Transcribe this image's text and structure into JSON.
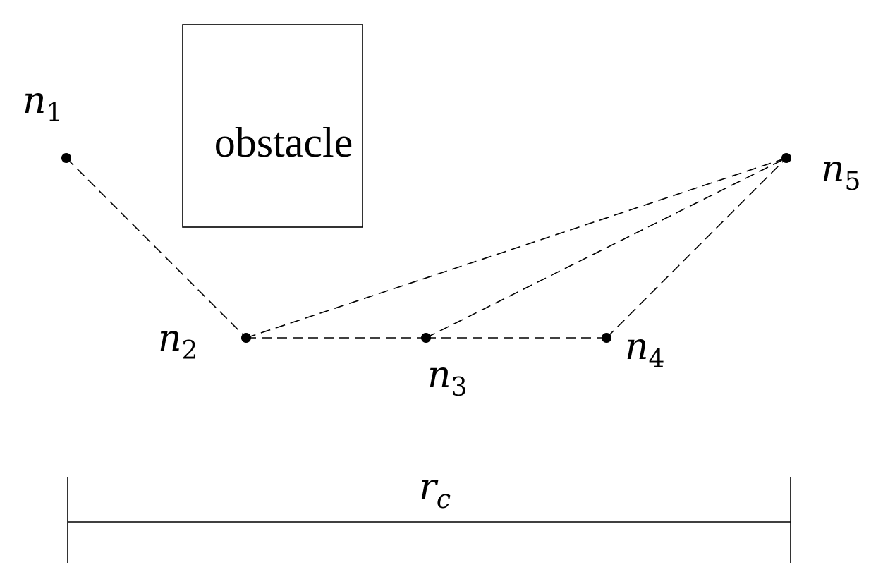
{
  "diagram": {
    "nodes": [
      {
        "id": "n1",
        "base": "n",
        "sub": "1"
      },
      {
        "id": "n2",
        "base": "n",
        "sub": "2"
      },
      {
        "id": "n3",
        "base": "n",
        "sub": "3"
      },
      {
        "id": "n4",
        "base": "n",
        "sub": "4"
      },
      {
        "id": "n5",
        "base": "n",
        "sub": "5"
      }
    ],
    "edges": [
      [
        "n1",
        "n2"
      ],
      [
        "n2",
        "n3"
      ],
      [
        "n3",
        "n4"
      ],
      [
        "n2",
        "n5"
      ],
      [
        "n3",
        "n5"
      ],
      [
        "n4",
        "n5"
      ]
    ],
    "edge_style": "dashed",
    "obstacle": {
      "label": "obstacle"
    },
    "range": {
      "base": "r",
      "sub": "c"
    }
  }
}
